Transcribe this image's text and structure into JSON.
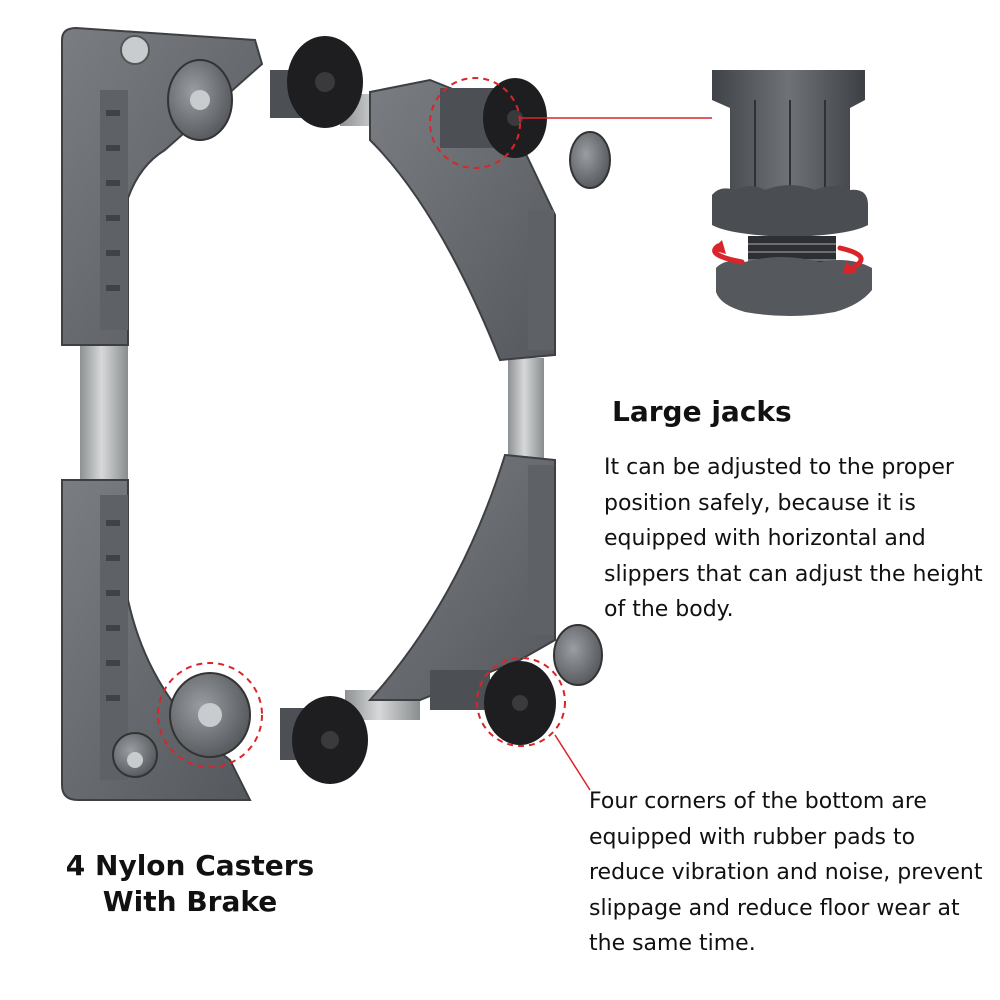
{
  "callouts": {
    "jacks": {
      "title": "Large jacks",
      "description": "It can be adjusted to the proper position safely, because it is equipped with horizontal and slippers that can adjust the height of the body."
    },
    "rubber_pads": {
      "description": "Four corners of the bottom are equipped with rubber pads to reduce vibration and noise, prevent slippage and reduce floor wear at the same time."
    },
    "casters": {
      "line1": "4 Nylon Casters",
      "line2": "With Brake"
    }
  },
  "colors": {
    "frame_gray": "#6b6e72",
    "frame_dark": "#4a4c50",
    "pole_silver": "#b9bcbd",
    "rubber_black": "#1e1e20",
    "callout_red": "#d9252a",
    "background": "#ffffff"
  },
  "icons": [
    "adjustable-stand-frame",
    "caster-wheel-icon",
    "jack-foot-icon",
    "rotate-arrow-icon"
  ]
}
